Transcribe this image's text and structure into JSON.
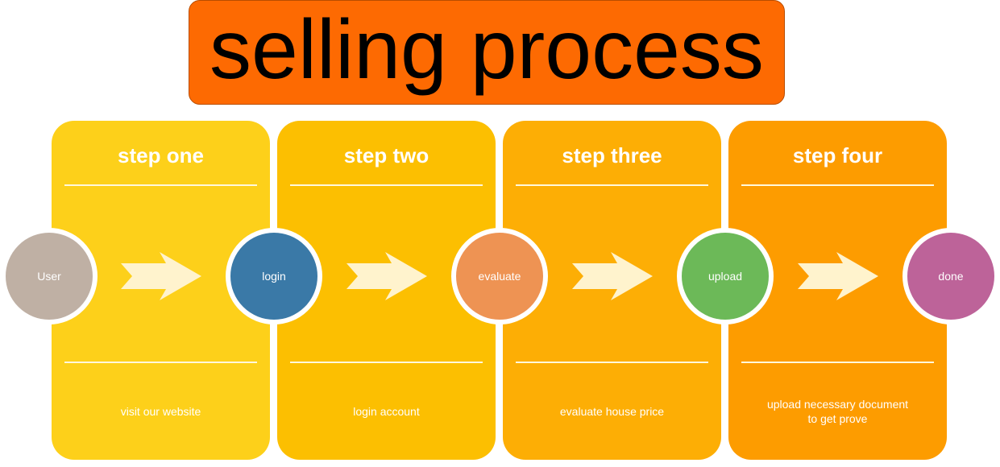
{
  "title": "selling process",
  "steps": [
    {
      "title": "step one",
      "description": "visit our website",
      "color": "#fdd01a"
    },
    {
      "title": "step two",
      "description": "login account",
      "color": "#fcbf01"
    },
    {
      "title": "step three",
      "description": "evaluate house price",
      "color": "#fdae05"
    },
    {
      "title": "step four",
      "description_lines": [
        "upload necessary document",
        "to get prove"
      ],
      "color": "#fd9c00"
    }
  ],
  "nodes": [
    {
      "label": "User",
      "color": "#bfb0a4"
    },
    {
      "label": "login",
      "color": "#3a79a7"
    },
    {
      "label": "evaluate",
      "color": "#ee9353"
    },
    {
      "label": "upload",
      "color": "#6cb958"
    },
    {
      "label": "done",
      "color": "#bd6399"
    }
  ],
  "arrow_color": "#fff3cd",
  "title_color": "#fd6a02"
}
